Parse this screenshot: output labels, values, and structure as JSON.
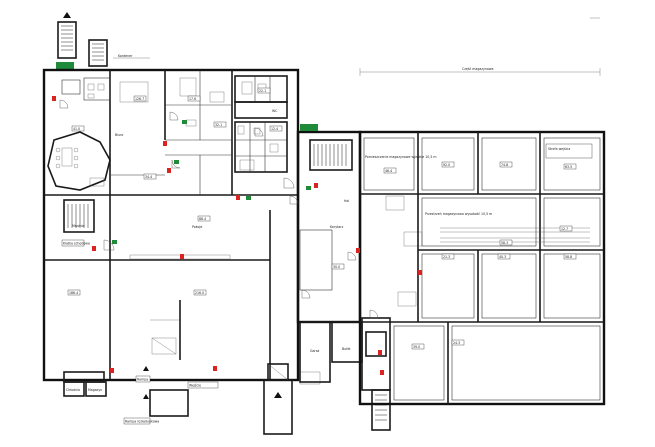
{
  "labels": {
    "top_right_title": "Część magazynowa",
    "top_left_note": "Kontener",
    "office_room": "Biuro",
    "main_hall": "Pokoje",
    "stairs_left_label": "Klatka schodowa",
    "cold_room_label": "Mroźnia",
    "cooler_label": "Chłodnia",
    "store_label": "Magazyn",
    "garage_label": "Garaż",
    "bottom_tag_1": "Rampa",
    "bottom_tag_2": "Wejście",
    "entrance_label": "Rampa rozładunkowa",
    "note_right_1": "Pomieszczenie magazynowe wysokie 10,5 m",
    "note_right_2": "Przestrzeń magazynowa wysokość 10,5 m",
    "note_right_3": "Strefa wejścia",
    "lobby_label": "Hol",
    "corr_label": "Korytarz",
    "wc_label": "WC",
    "room_b": "Bufet"
  },
  "room_tags": [
    "126.7",
    "17.6",
    "32.1",
    "34.4",
    "88.4",
    "41.0",
    "216.0",
    "186.4",
    "22.1",
    "12.4",
    "30.0",
    "46.4",
    "92.0",
    "74.8",
    "63.5",
    "58.3",
    "12.7",
    "21.3",
    "40.3",
    "58.8",
    "39.0",
    "24.3"
  ],
  "colors": {
    "exit_green": "#1f8a3a",
    "fire_red": "#d22222",
    "wall": "#1a1a1a"
  },
  "icons": [
    "fire-extinguisher-icon",
    "emergency-exit-icon",
    "stairs-icon",
    "door-swing-icon"
  ]
}
